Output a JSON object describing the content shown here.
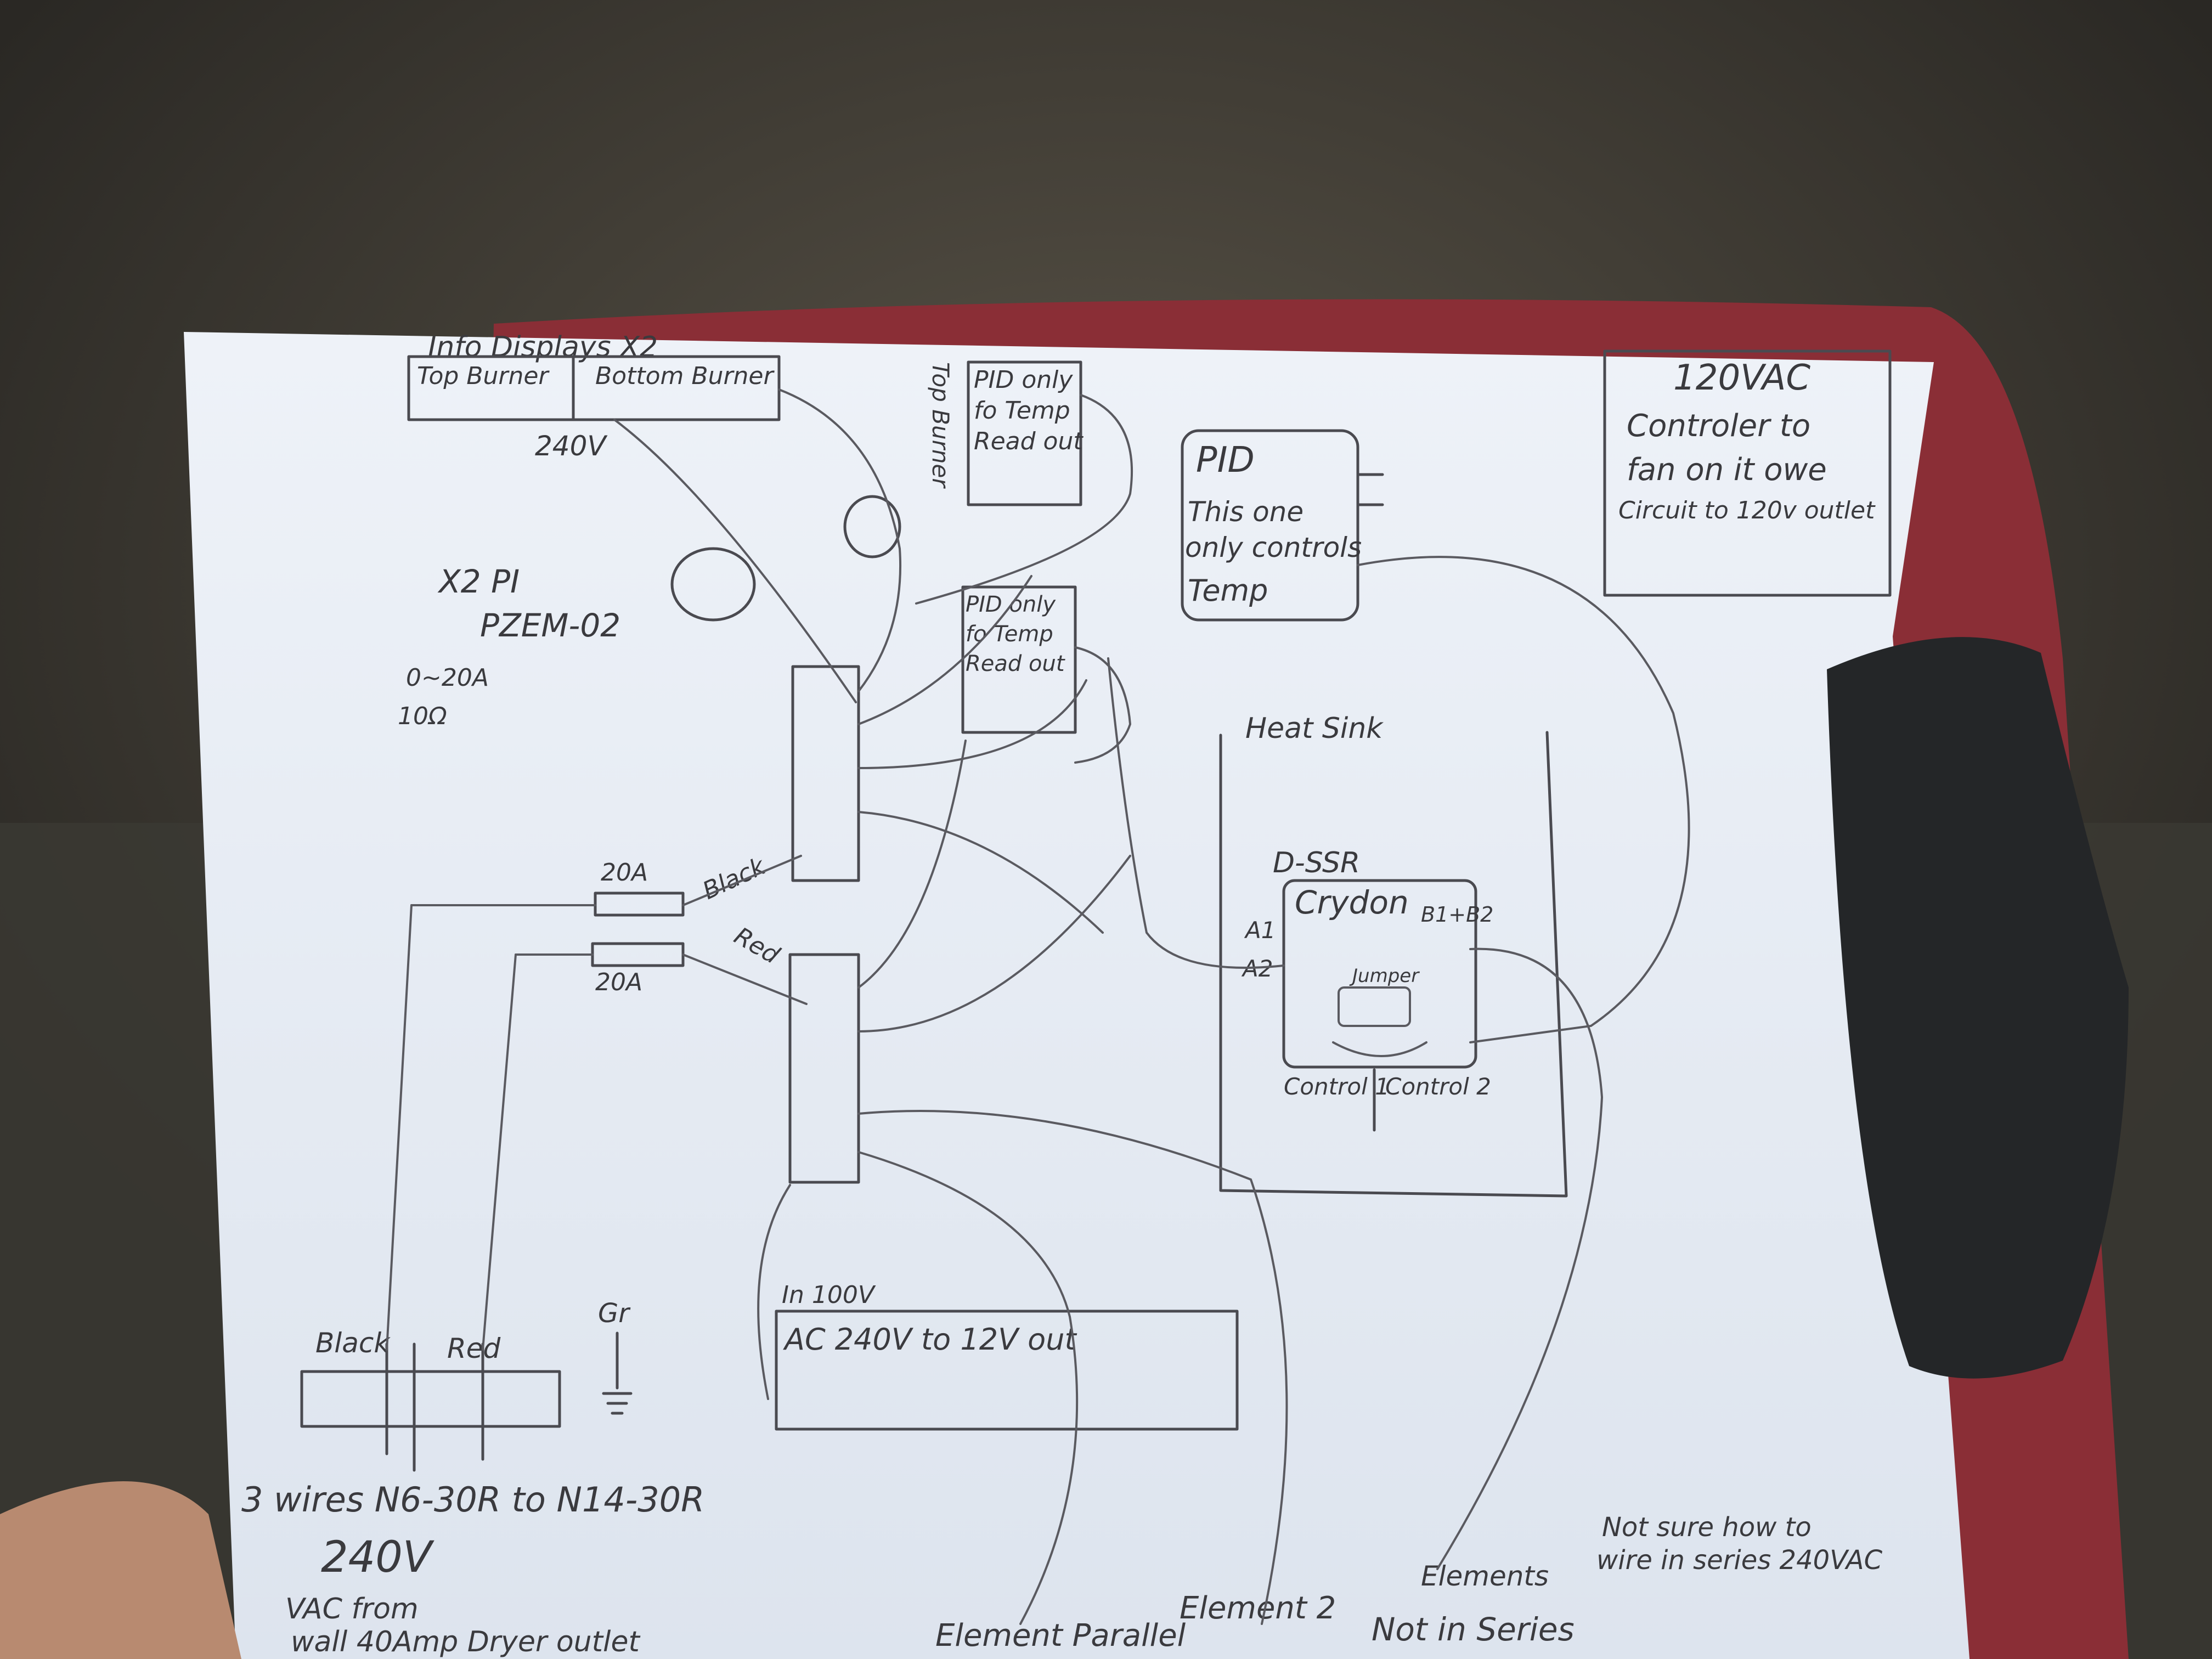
{
  "colors": {
    "background": "#2a2824",
    "floor": "#3b3a33",
    "clipboard": "#8a2e36",
    "paper": "#e4ebf3",
    "ink": "#4a4a50",
    "clip": "#242628"
  },
  "diagram": {
    "info_display": {
      "header": "Info Displays X2",
      "top_burner": "Top Burner",
      "bottom_burner": "Bottom Burner",
      "voltage": "240V"
    },
    "pid_top": {
      "label": "PID only fo Temp Read out",
      "side_label": "Top Burner"
    },
    "pid_mid": {
      "label": "PID only fo Temp Read out"
    },
    "pid_main": {
      "line1": "PID",
      "line2": "This one",
      "line3": "only controls",
      "line4": "Temp"
    },
    "fan_note": {
      "line1": "120VAC",
      "line2": "Controler to",
      "line3": "fan on it owe",
      "line4": "Circuit to 120v outlet"
    },
    "meter_note": {
      "line1": "X2  PI",
      "line2": "PZEM-02",
      "line3": "0~20A",
      "line4": "10Ω"
    },
    "breakers": {
      "top_rating": "20A",
      "top_wire": "Black",
      "bottom_rating": "20A",
      "bottom_wire": "Red"
    },
    "heat_sink": {
      "title": "Heat Sink",
      "ssr_type": "D-SSR",
      "ssr_brand": "Crydon",
      "b_terminals": "B1+B2",
      "a1": "A1",
      "a2": "A2",
      "jumper": "Jumper",
      "control1": "Control 1",
      "control2": "Control 2"
    },
    "power_supply": {
      "input": "In 100V",
      "label": "AC 240V to 12V out"
    },
    "plug": {
      "black": "Black",
      "red": "Red",
      "ground": "Gr",
      "wires": "3 wires N6-30R to N14-30R",
      "voltage": "240V",
      "source1": "VAC from",
      "source2": "wall 40Amp Dryer outlet"
    },
    "elements": {
      "element1": "Element Parallel",
      "element2": "Element 2",
      "note1": "Elements",
      "note2": "Not in Series",
      "question1": "Not sure how to",
      "question2": "wire in series 240VAC"
    }
  }
}
